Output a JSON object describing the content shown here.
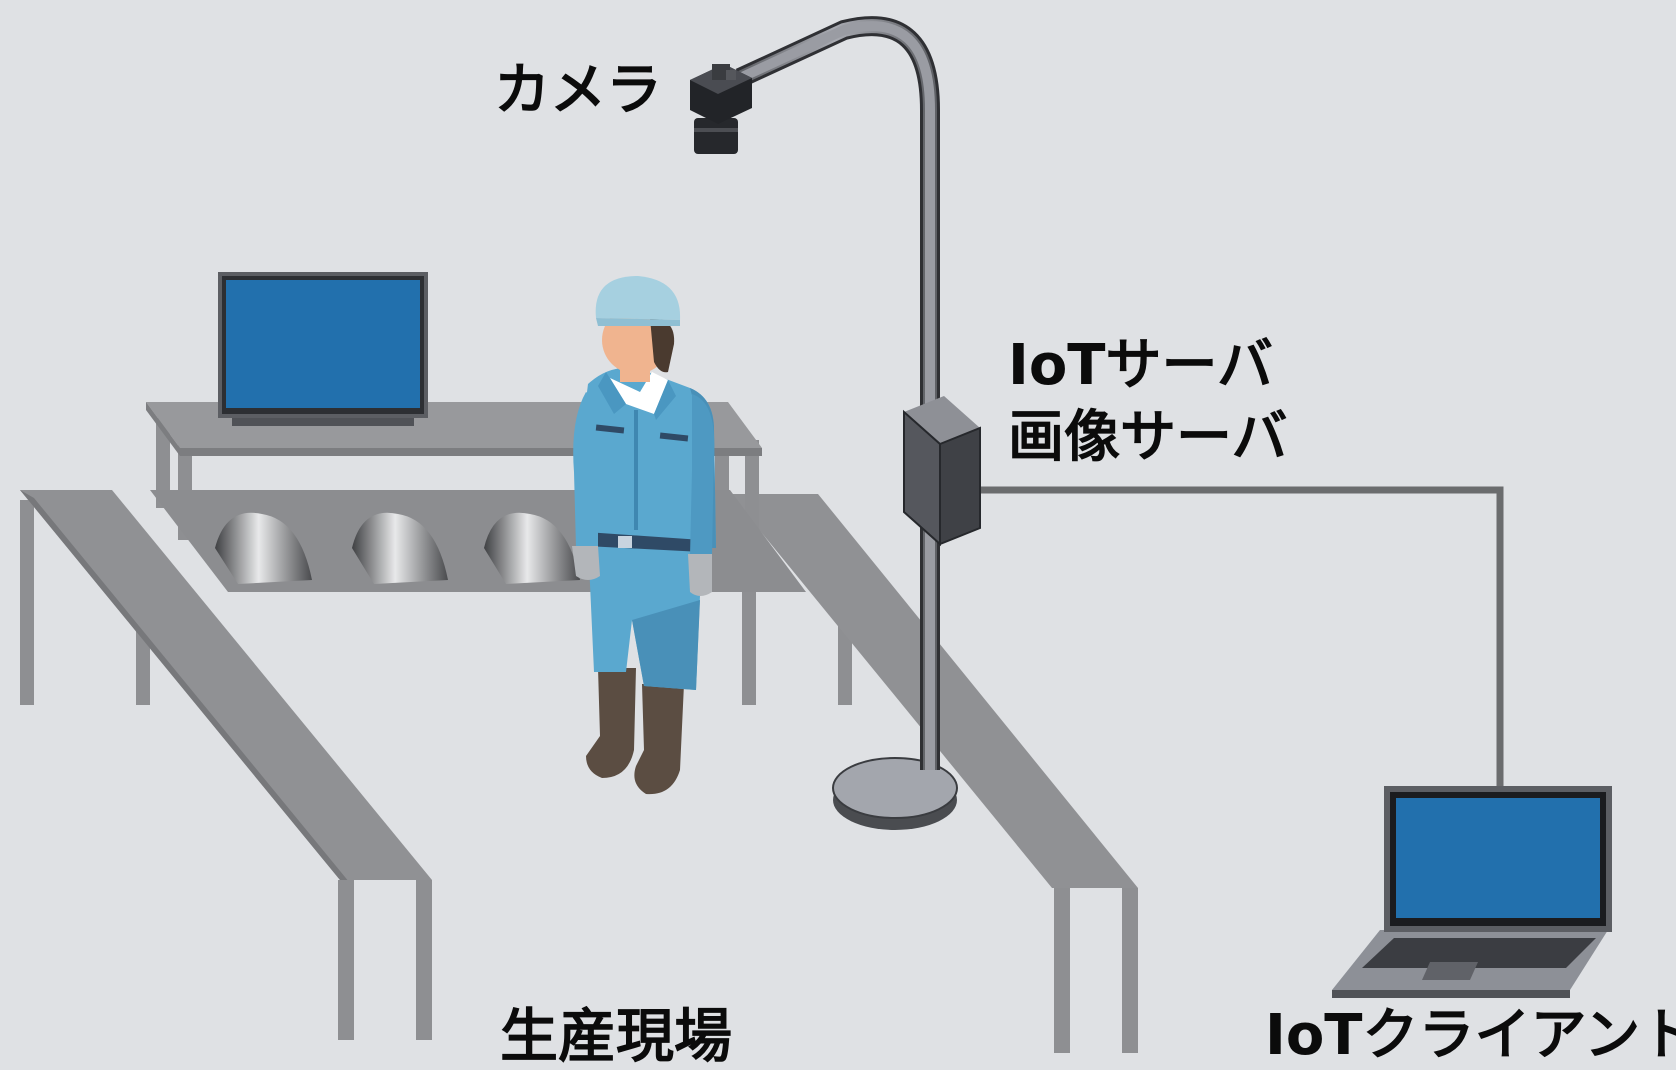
{
  "labels": {
    "camera": "カメラ",
    "server_line1": "IoTサーバ",
    "server_line2": "画像サーバ",
    "site": "生産現場",
    "client": "IoTクライアント"
  },
  "colors": {
    "background": "#dfe1e4",
    "table_gray": "#8e8f92",
    "screen_blue": "#2270ad",
    "worker_blue": "#5aa8cf",
    "helmet": "#a6d0e0",
    "cable": "#6b6c6e"
  },
  "icons": [
    "camera-icon",
    "monitor-icon",
    "worker-icon",
    "server-box-icon",
    "laptop-icon"
  ]
}
